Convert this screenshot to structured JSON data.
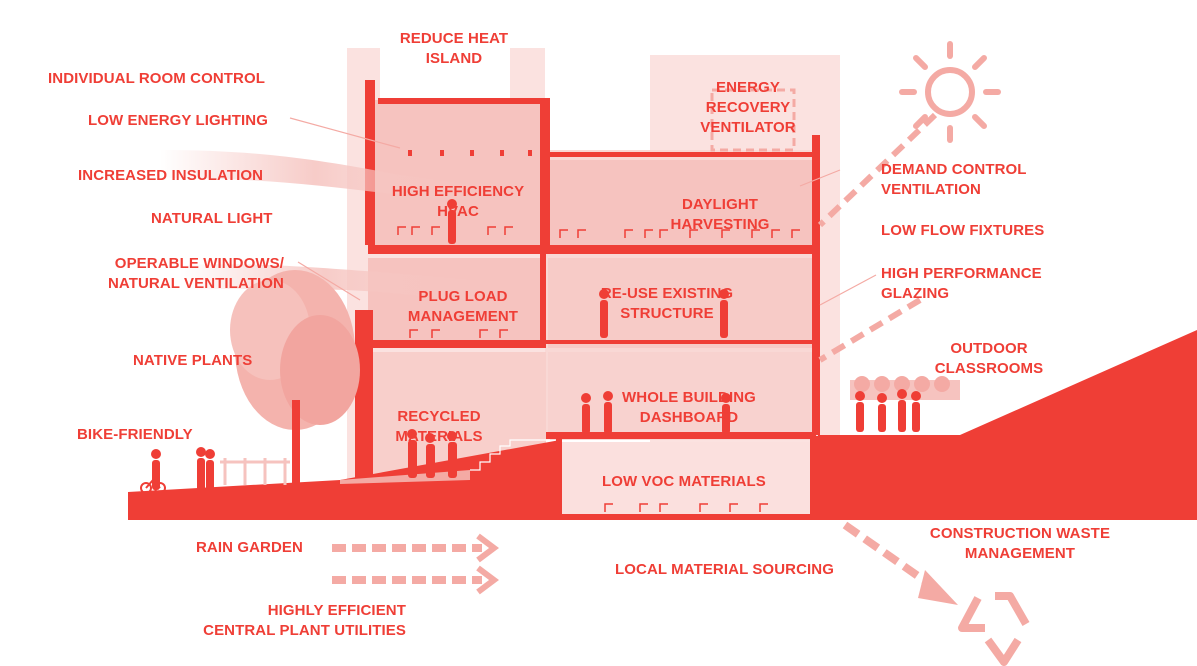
{
  "labels": {
    "individual_room_control": "INDIVIDUAL ROOM CONTROL",
    "low_energy_lighting": "LOW ENERGY LIGHTING",
    "increased_insulation": "INCREASED INSULATION",
    "natural_light": "NATURAL LIGHT",
    "operable_windows": "OPERABLE WINDOWS/\nNATURAL VENTILATION",
    "native_plants": "NATIVE PLANTS",
    "bike_friendly": "BIKE-FRIENDLY",
    "rain_garden": "RAIN GARDEN",
    "central_plant": "HIGHLY EFFICIENT\nCENTRAL PLANT UTILITIES",
    "reduce_heat_island": "REDUCE HEAT\nISLAND",
    "high_efficiency_hvac": "HIGH EFFICIENCY\nHVAC",
    "plug_load": "PLUG LOAD\nMANAGEMENT",
    "recycled_materials": "RECYCLED\nMATERIALS",
    "energy_recovery": "ENERGY\nRECOVERY\nVENTILATOR",
    "daylight_harvesting": "DAYLIGHT\nHARVESTING",
    "reuse_structure": "RE-USE EXISTING\nSTRUCTURE",
    "whole_building_dashboard": "WHOLE BUILDING\nDASHBOARD",
    "low_voc": "LOW VOC MATERIALS",
    "local_material": "LOCAL MATERIAL SOURCING",
    "demand_control": "DEMAND CONTROL\nVENTILATION",
    "low_flow": "LOW FLOW FIXTURES",
    "high_performance_glazing": "HIGH PERFORMANCE\nGLAZING",
    "outdoor_classrooms": "OUTDOOR\nCLASSROOMS",
    "construction_waste": "CONSTRUCTION WASTE\nMANAGEMENT"
  },
  "icons": [
    "sun-icon",
    "recycle-icon",
    "tree-icon",
    "bicycle-icon"
  ],
  "colors": {
    "accent": "#ef3e36",
    "light_fill": "#f8d2cf",
    "mid_fill": "#f4aaa4",
    "background": "#ffffff"
  }
}
